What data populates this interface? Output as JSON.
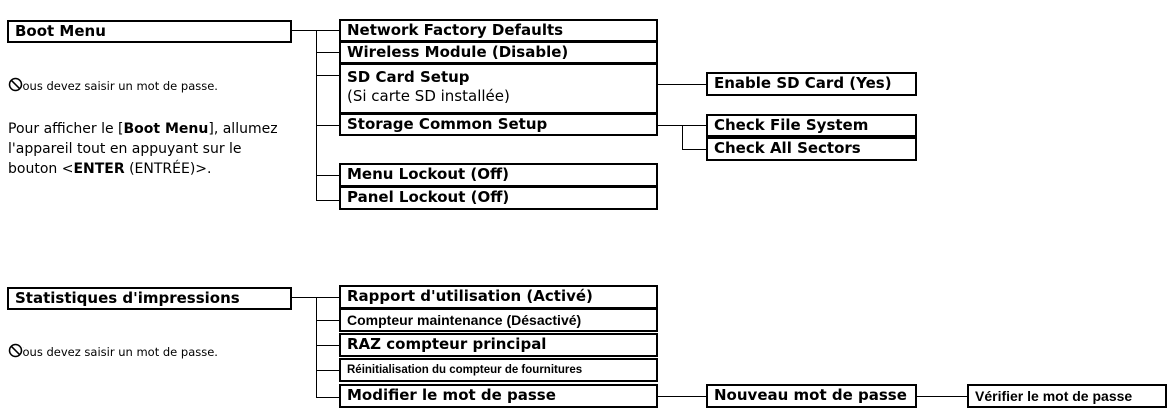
{
  "section1": {
    "root": "Boot Menu",
    "password_note": ": Vous devez saisir un mot de passe.",
    "password_symbol": "⃠",
    "instructions": {
      "prefix": "Pour afficher le [",
      "menu": "Boot Menu",
      "middle": "], allumez l'appareil tout en appuyant sur le bouton <",
      "key": "ENTER",
      "suffix": " (ENTRÉE)>."
    },
    "items": {
      "network": "Network Factory Defaults",
      "wireless": "Wireless Module (Disable)",
      "sdcard": "SD Card Setup",
      "sdcard_note": "(Si carte SD installée)",
      "storage": "Storage Common Setup",
      "menu_lockout": "Menu Lockout (Off)",
      "panel_lockout": "Panel Lockout (Off)"
    },
    "sub_items": {
      "enable_sd": "Enable SD Card (Yes)",
      "check_fs": "Check File System",
      "check_sectors": "Check All Sectors"
    }
  },
  "section2": {
    "root": "Statistiques d'impressions",
    "password_note": ": Vous devez saisir un mot de passe.",
    "items": {
      "usage_report": "Rapport d'utilisation (Activé)",
      "maintenance": "Compteur maintenance (Désactivé)",
      "reset_main": "RAZ compteur principal",
      "reset_supplies": "Réinitialisation du compteur de fournitures",
      "change_password": "Modifier le mot de passe"
    },
    "sub_items": {
      "new_password": "Nouveau mot de passe",
      "verify_password": "Vérifier le mot de passe"
    }
  }
}
